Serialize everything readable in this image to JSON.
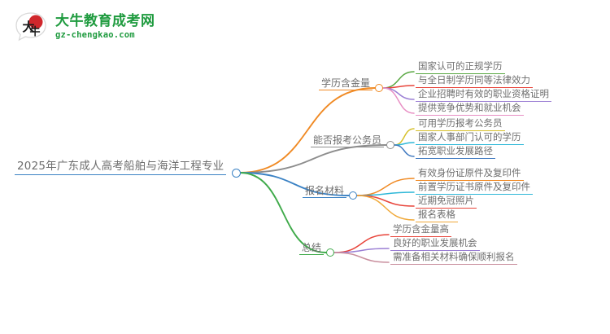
{
  "logo": {
    "mark_alt": "大牛",
    "title": "大牛教育成考网",
    "subtitle": "gz-chengkao.com",
    "brand_color": "#1f9b3f",
    "mark_color": "#d0272c"
  },
  "mindmap": {
    "root": {
      "label": "2025年广东成人高考船舶与海洋工程专业",
      "color": "#3b82c4"
    },
    "branches": [
      {
        "label": "学历含金量",
        "color": "#f08a24",
        "children": [
          {
            "label": "国家认可的正规学历",
            "color": "#5aa843"
          },
          {
            "label": "与全日制学历同等法律效力",
            "color": "#e8443a"
          },
          {
            "label": "企业招聘时有效的职业资格证明",
            "color": "#9b7fd4"
          },
          {
            "label": "提供竞争优势和就业机会",
            "color": "#e88fc4"
          }
        ]
      },
      {
        "label": "能否报考公务员",
        "color": "#8d8d8d",
        "children": [
          {
            "label": "可用学历报考公务员",
            "color": "#d6c02a"
          },
          {
            "label": "国家人事部门认可的学历",
            "color": "#2fb8d8"
          },
          {
            "label": "拓宽职业发展路径",
            "color": "#3f79c0"
          }
        ]
      },
      {
        "label": "报名材料",
        "color": "#3b82c4",
        "children": [
          {
            "label": "有效身份证原件及复印件",
            "color": "#f08a24"
          },
          {
            "label": "前置学历证书原件及复印件",
            "color": "#2fb8d8"
          },
          {
            "label": "近期免冠照片",
            "color": "#e8443a"
          },
          {
            "label": "报名表格",
            "color": "#f0a93a"
          }
        ]
      },
      {
        "label": "总结",
        "color": "#3faa4a",
        "children": [
          {
            "label": "学历含金量高",
            "color": "#e8443a"
          },
          {
            "label": "良好的职业发展机会",
            "color": "#9b7fd4"
          },
          {
            "label": "需准备相关材料确保顺利报名",
            "color": "#c98f9e"
          }
        ]
      }
    ]
  }
}
